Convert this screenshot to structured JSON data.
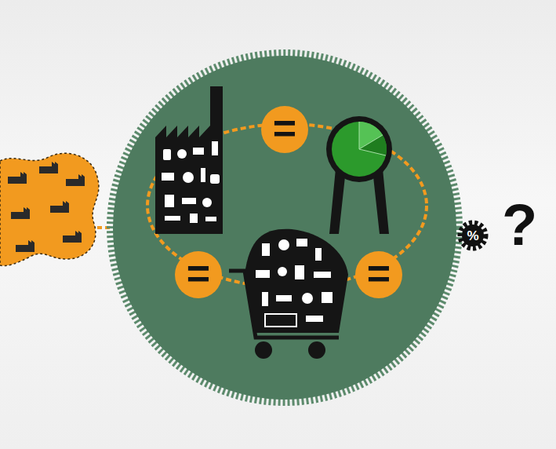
{
  "diagram": {
    "nodes": [
      {
        "text": [
          "="
        ]
      },
      {
        "text": [
          "="
        ]
      },
      {
        "text": [
          "="
        ]
      },
      {
        "text": [
          "%"
        ]
      }
    ],
    "labels": [
      "?"
    ]
  }
}
